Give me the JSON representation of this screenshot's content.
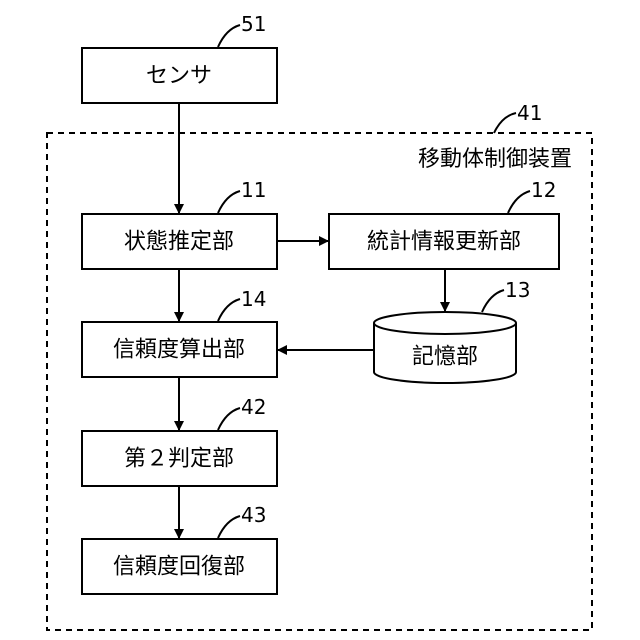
{
  "sensor": {
    "label": "センサ",
    "ref": "51"
  },
  "device": {
    "label": "移動体制御装置",
    "ref": "41"
  },
  "state_estimation": {
    "label": "状態推定部",
    "ref": "11"
  },
  "statistics_update": {
    "label": "統計情報更新部",
    "ref": "12"
  },
  "storage": {
    "label": "記憶部",
    "ref": "13"
  },
  "reliability_calc": {
    "label": "信頼度算出部",
    "ref": "14"
  },
  "second_judgment": {
    "label": "第２判定部",
    "ref": "42"
  },
  "reliability_recovery": {
    "label": "信頼度回復部",
    "ref": "43"
  }
}
